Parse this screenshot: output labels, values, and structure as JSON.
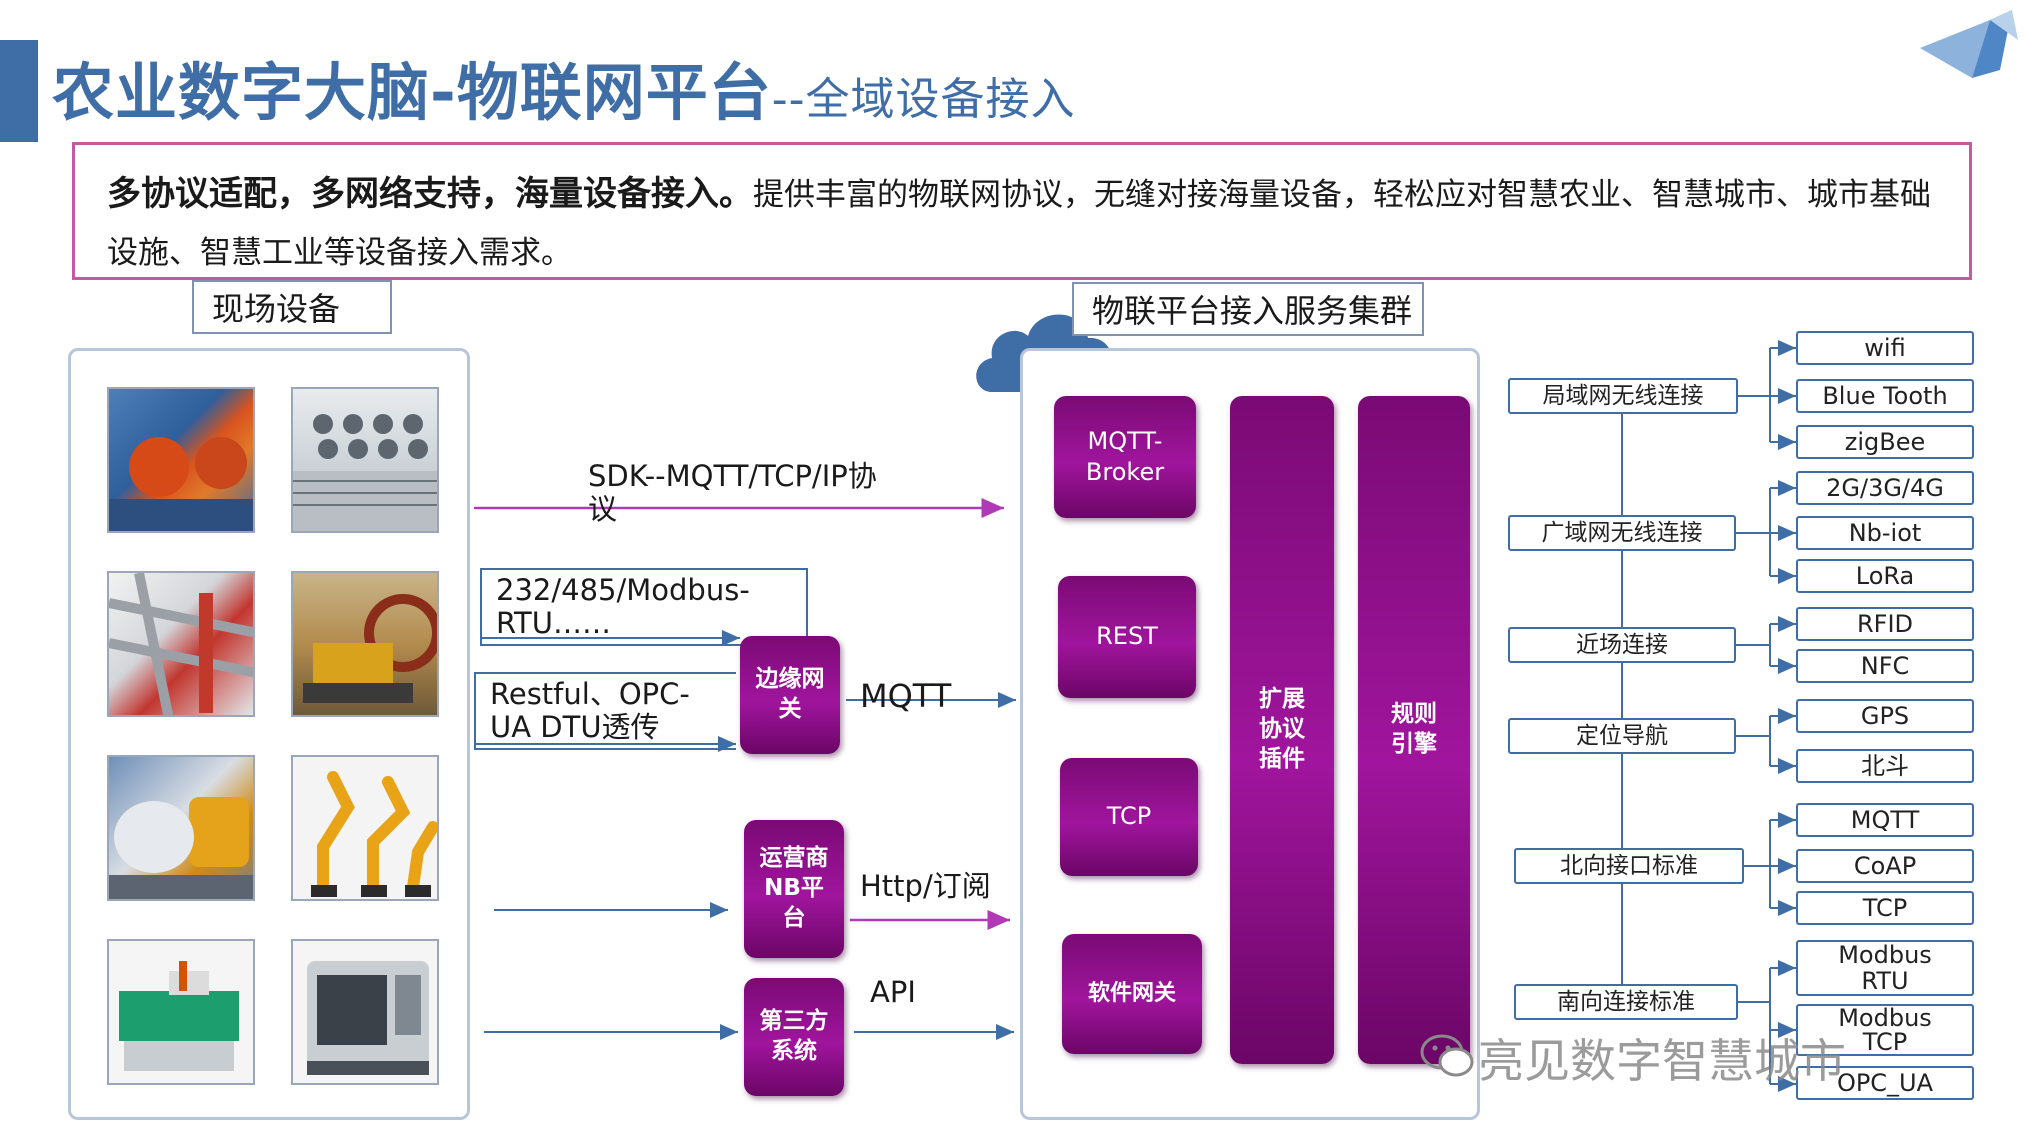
{
  "title": {
    "main": "农业数字大脑-物联网平台",
    "sub": "--全域设备接入"
  },
  "summary": {
    "bold": "多协议适配，多网络支持，海量设备接入。",
    "text": "提供丰富的物联网协议，无缝对接海量设备，轻松应对智慧农业、智慧城市、城市基础设施、智慧工业等设备接入需求。"
  },
  "field_devices": {
    "label": "现场设备",
    "photos": [
      "boiler-photo",
      "cooling-tower-photo",
      "pipes-photo",
      "mining-machine-photo",
      "turbine-photo",
      "robot-arms-photo",
      "injection-machine-photo",
      "cnc-lathe-photo"
    ]
  },
  "flows": {
    "sdk": "SDK--MQTT/TCP/IP协议",
    "serial": "232/485/Modbus-RTU……",
    "restful": "Restful、OPC-UA DTU透传",
    "mqtt": "MQTT",
    "http": "Http/订阅",
    "api": "API"
  },
  "gateways": {
    "edge": "边缘网关",
    "nb": "运营商NB平台",
    "third": "第三方系统"
  },
  "cluster": {
    "label": "物联平台接入服务集群",
    "services": [
      "MQTT-Broker",
      "REST",
      "TCP",
      "软件网关"
    ],
    "plugin": "扩展协议插件",
    "rules": "规则引擎"
  },
  "connectivity": [
    {
      "name": "局域网无线连接",
      "items": [
        "wifi",
        "Blue Tooth",
        "zigBee"
      ]
    },
    {
      "name": "广域网无线连接",
      "items": [
        "2G/3G/4G",
        "Nb-iot",
        "LoRa"
      ]
    },
    {
      "name": "近场连接",
      "items": [
        "RFID",
        "NFC"
      ]
    },
    {
      "name": "定位导航",
      "items": [
        "GPS",
        "北斗"
      ]
    },
    {
      "name": "北向接口标准",
      "items": [
        "MQTT",
        "CoAP",
        "TCP"
      ]
    },
    {
      "name": "南向连接标准",
      "items": [
        "Modbus RTU",
        "Modbus TCP",
        "OPC_UA"
      ]
    }
  ],
  "watermark": "亮见数字智慧城市",
  "colors": {
    "title": "#3f6da6",
    "purple": "#8e1089",
    "border": "#c65aa0",
    "arrow_purple": "#b03ab5",
    "arrow_blue": "#3f6da6"
  }
}
